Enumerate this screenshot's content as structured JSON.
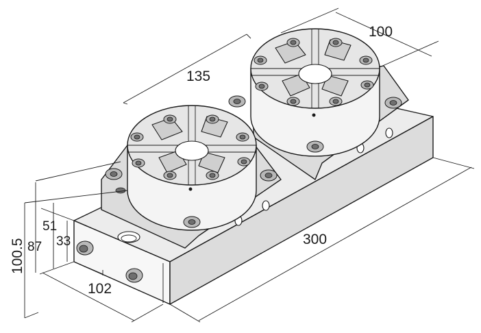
{
  "dimensions": {
    "chuck_diameter": "100",
    "chuck_spacing": "135",
    "base_length": "300",
    "base_width": "102",
    "height_total": "100.5",
    "height_87": "87",
    "height_51": "51",
    "height_33": "33"
  },
  "icons": {
    "front_chuck": "chuck-icon",
    "rear_chuck": "chuck-icon",
    "bolt": "bolt-icon",
    "fitting": "fitting-icon"
  }
}
